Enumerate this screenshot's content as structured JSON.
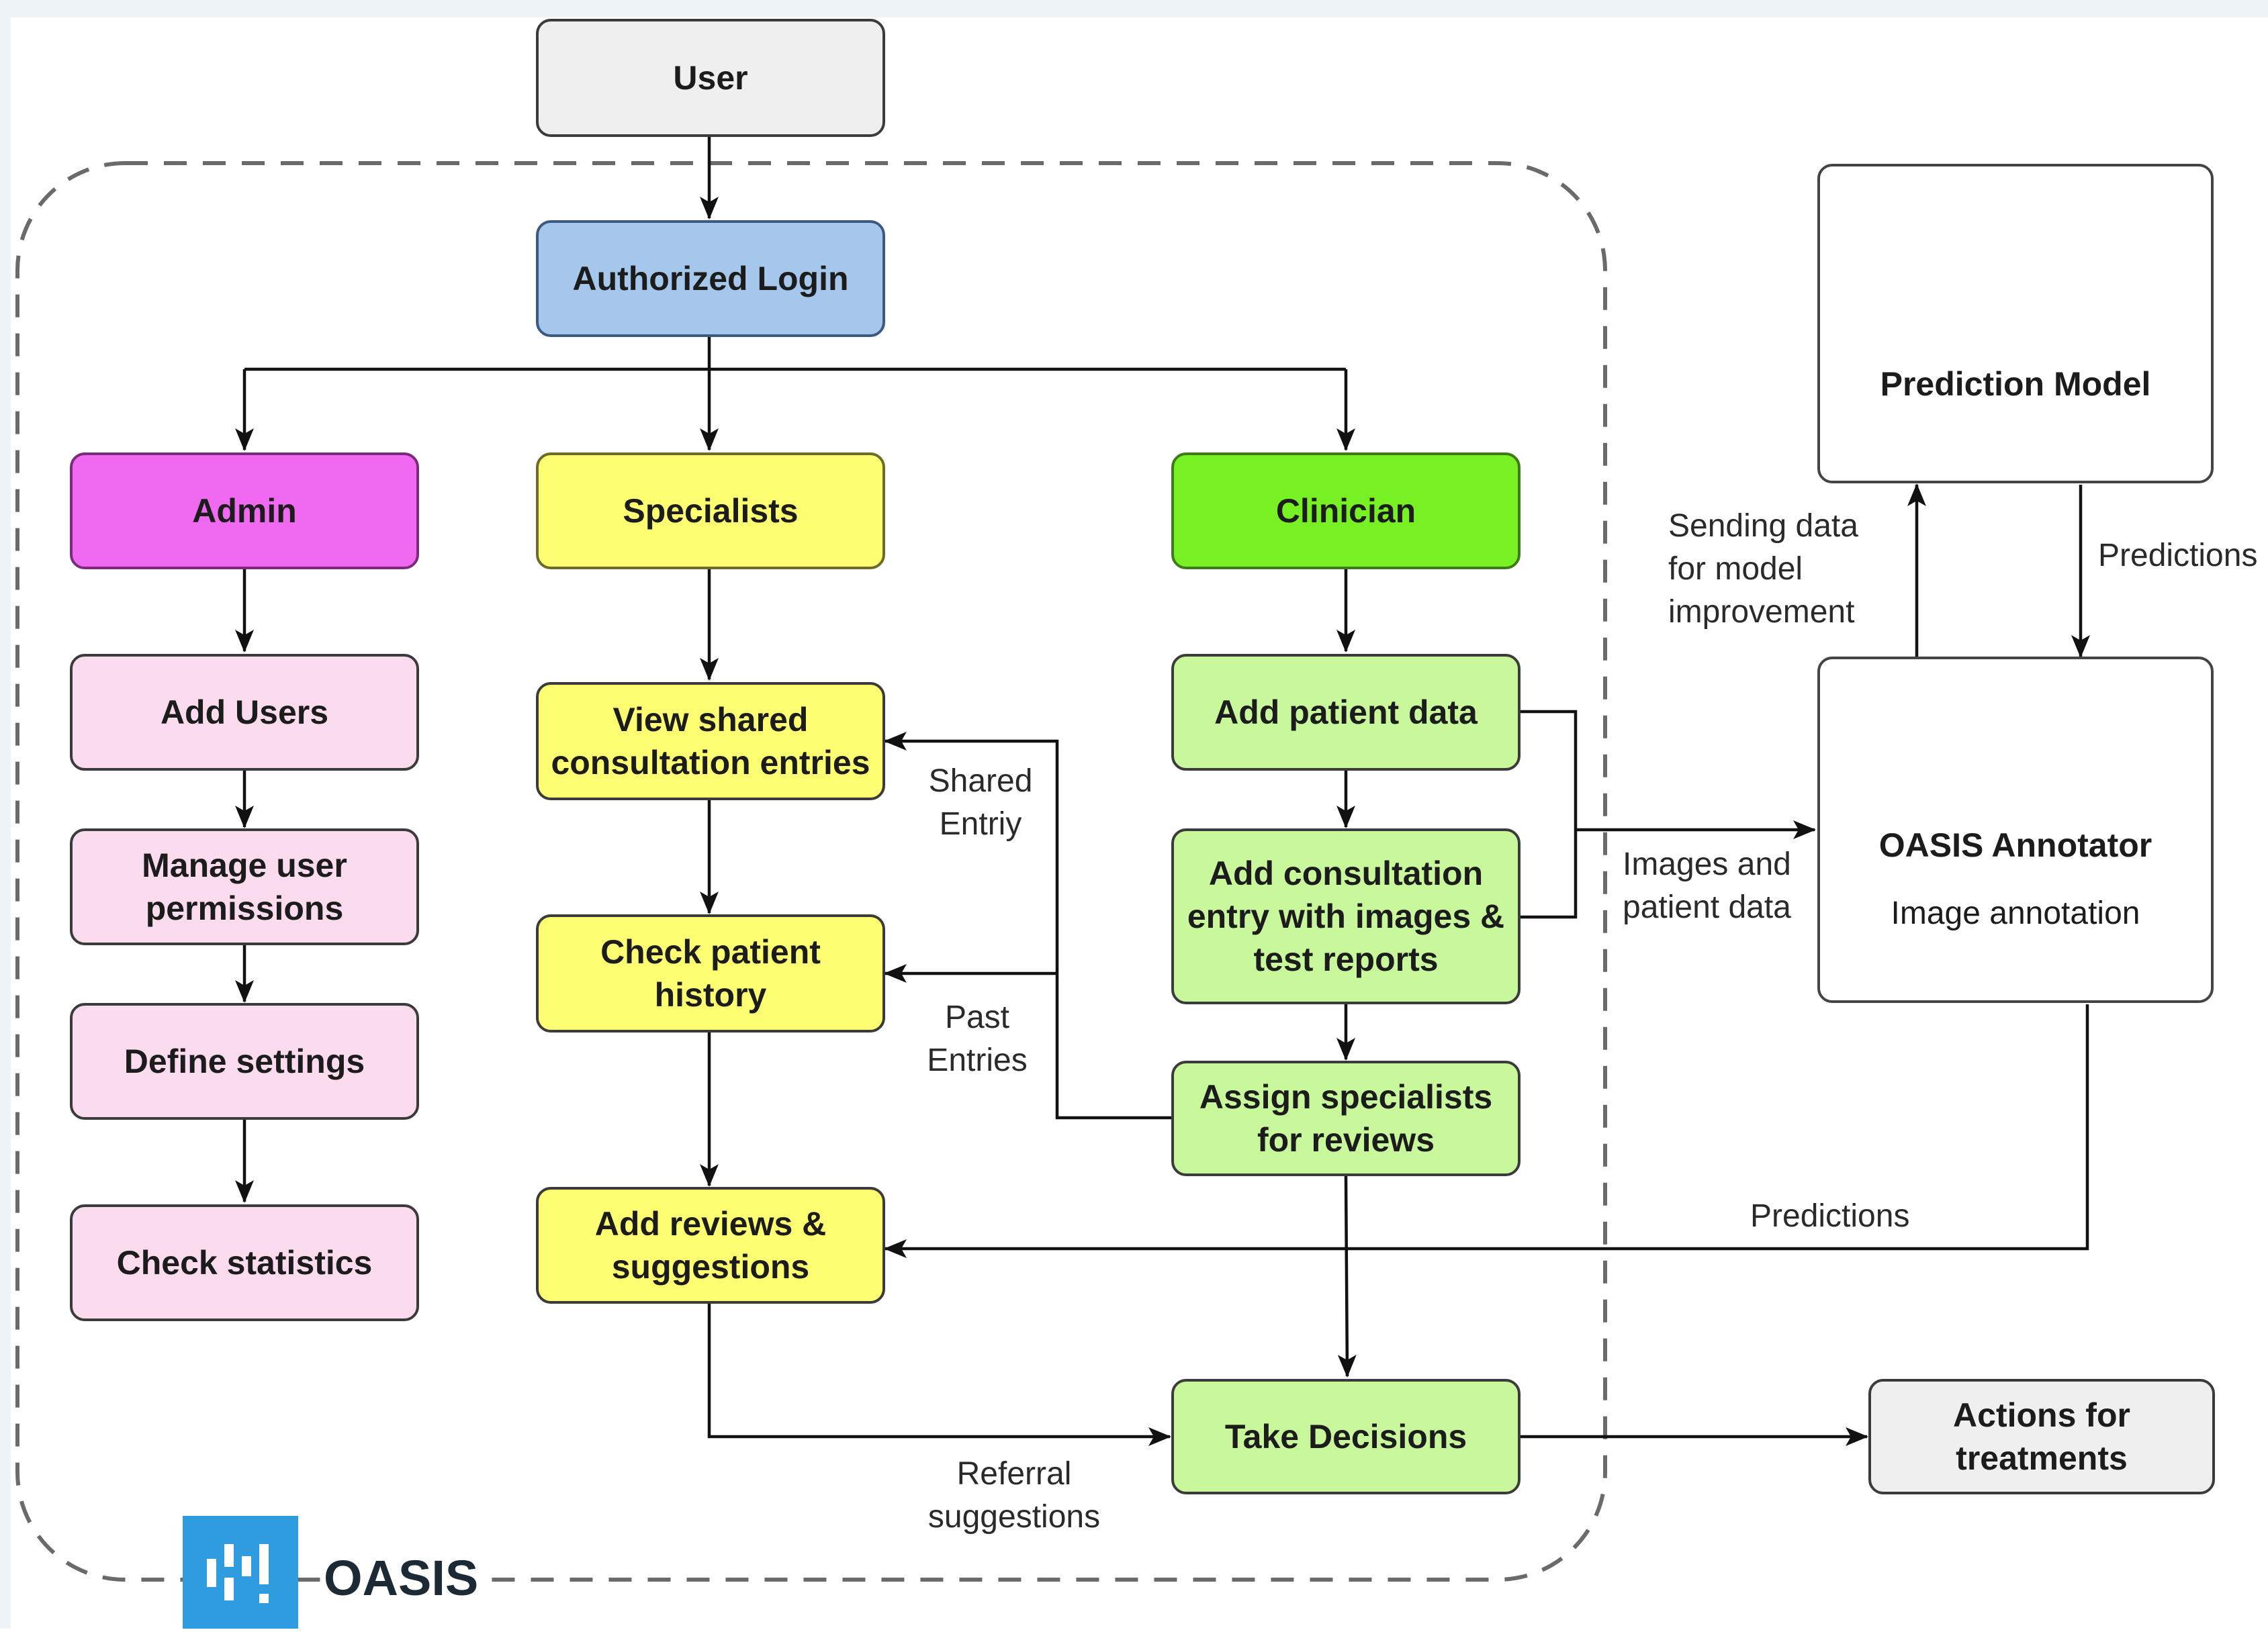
{
  "colors": {
    "admin": "#f06af1",
    "admin_tasks": "#fadcee",
    "specialists": "#fefe72",
    "clinician": "#78f124",
    "clinician_tasks": "#c8f79c",
    "login": "#a6c7ec",
    "neutral": "#efefef",
    "oasis_blue": "#2f9ce0"
  },
  "nodes": {
    "user": "User",
    "login": "Authorized Login",
    "admin": "Admin",
    "specialists": "Specialists",
    "clinician": "Clinician",
    "add_users": "Add Users",
    "manage_perms": "Manage user\npermissions",
    "define_settings": "Define settings",
    "check_stats": "Check statistics",
    "view_shared": "View shared\nconsultation entries",
    "check_history": "Check patient\nhistory",
    "add_reviews": "Add reviews &\nsuggestions",
    "add_patient": "Add patient data",
    "add_consult": "Add consultation\nentry with images &\ntest reports",
    "assign_specialists": "Assign specialists\nfor reviews",
    "take_decisions": "Take Decisions",
    "actions_treatments": "Actions for\ntreatments",
    "prediction_model": "Prediction Model",
    "annotator_title": "OASIS Annotator",
    "annotator_sub": "Image annotation"
  },
  "labels": {
    "shared_entry": "Shared\nEntriy",
    "past_entries": "Past\nEntries",
    "referral": "Referral\nsuggestions",
    "images_patient": "Images and\npatient data",
    "sending_data": "Sending data\nfor model\nimprovement",
    "predictions_right": "Predictions",
    "predictions_bottom": "Predictions"
  },
  "brand": {
    "name": "OASIS",
    "logo_icon": "oasis-logo-icon"
  },
  "icons": {
    "model": "neural-network-icon",
    "annotator": "annotate-pen-icon"
  }
}
